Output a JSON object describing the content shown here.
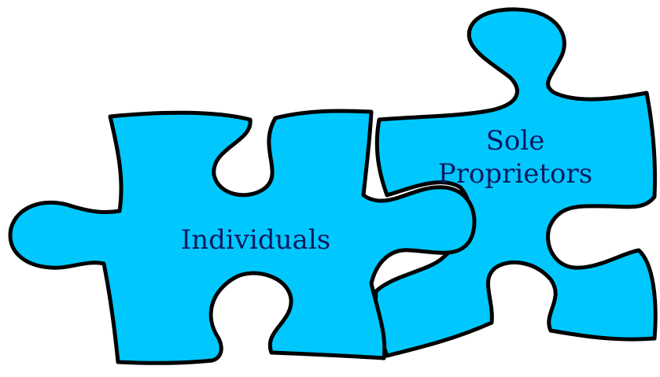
{
  "diagram": {
    "fill_color": "#00c8ff",
    "outline_color": "#000000",
    "text_color": "#0b1a5e",
    "pieces": [
      {
        "id": "individuals",
        "label_lines": [
          "Individuals"
        ]
      },
      {
        "id": "sole-proprietors",
        "label_lines": [
          "Sole",
          "Proprietors"
        ]
      }
    ]
  }
}
